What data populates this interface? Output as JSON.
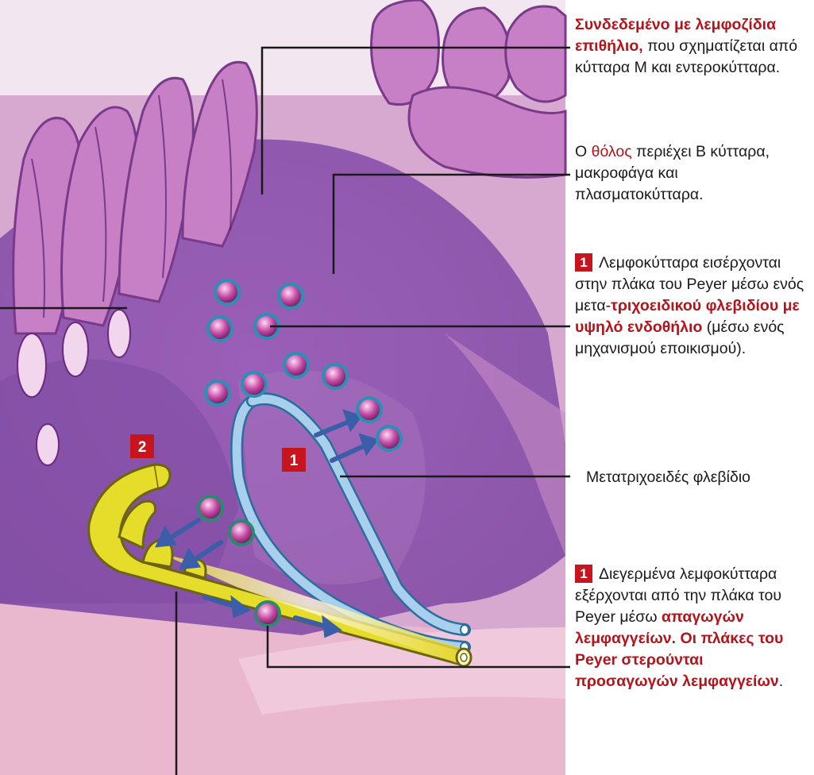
{
  "callouts": [
    {
      "id": "epithelium",
      "highlight": "Συνδεδεμένο με λεμφοζίδια επιθήλιο,",
      "text": " που σχηματίζεται από κύτταρα Μ και εντεροκύτταρα."
    },
    {
      "id": "dome",
      "prefix": "Ο ",
      "highlight": "θόλος",
      "text": " περιέχει Β κύτταρα, μακροφάγα και πλασματοκύτταρα."
    },
    {
      "id": "entry",
      "badge": "1",
      "text": "Λεμφοκύτταρα εισέρχονται στην πλάκα του Peyer μέσω ενός μετα-",
      "highlight": "τριχοειδικού φλεβιδίου με υψηλό ενδοθήλιο",
      "suffix": " (μέσω ενός μηχανισμού εποικισμού)."
    },
    {
      "id": "venule",
      "text": "Μετατριχοειδές φλεβίδιο"
    },
    {
      "id": "exit",
      "badge": "1",
      "text": "Διεγερμένα λεμφοκύτταρα εξέρχονται από την πλάκα του Peyer μέσω ",
      "highlight": "απαγωγών λεμφαγγείων. Οι πλάκες του Peyer στερούνται προσαγωγών λεμφαγγείων",
      "suffix": "."
    }
  ],
  "badges": {
    "step_one": "1",
    "step_two": "2"
  },
  "colors": {
    "highlight": "#b3141a",
    "badge": "#c8141c",
    "vessel": "#a8d0ec",
    "lymphatic": "#e6dc2a",
    "tissue": "#c07fc4",
    "arrow": "#3a5ea8"
  }
}
